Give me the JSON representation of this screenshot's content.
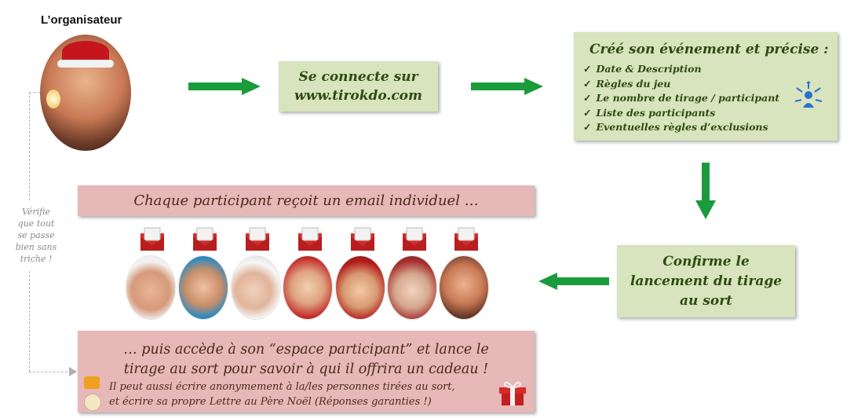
{
  "organizer": {
    "title": "L’organisateur"
  },
  "step_connect": {
    "line1": "Se connecte sur",
    "line2": "www.tirokdo.com"
  },
  "step_create": {
    "heading": "Créé son événement et précise :",
    "items": [
      "Date & Description",
      "Règles du jeu",
      "Le nombre de tirage / participant",
      "Liste des participants",
      "Eventuelles règles d’exclusions"
    ]
  },
  "step_confirm": {
    "line1": "Confirme le",
    "line2": "lancement du tirage",
    "line3": "au sort"
  },
  "email_banner": {
    "text": "Chaque participant reçoit un email individuel …"
  },
  "participant_space": {
    "line1": "… puis accède à son “espace participant” et lance le",
    "line2": "tirage au sort pour savoir à qui il offrira un cadeau !",
    "note1": "Il peut aussi écrire anonymement à la/les personnes tirées au sort,",
    "note2": "et écrire sa propre Lettre au Père Noël (Réponses garanties !)"
  },
  "side_note": {
    "line1": "Vérifie",
    "line2": "que tout",
    "line3": "se passe",
    "line4": "bien sans",
    "line5": "triche !"
  },
  "colors": {
    "green_box": "#d7e4bd",
    "pink_box": "#e6b8b7",
    "arrow_green": "#1a9c3c",
    "envelope_red": "#d42a2a"
  },
  "icons": [
    "arrow-right-icon",
    "arrow-down-icon",
    "arrow-left-icon",
    "envelope-icon",
    "people-network-icon",
    "chat-icon",
    "letter-icon",
    "gift-icon"
  ]
}
